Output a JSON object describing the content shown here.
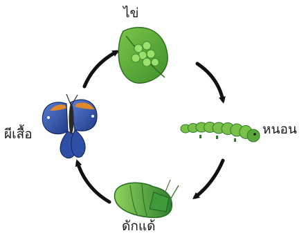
{
  "diagram": {
    "stages": {
      "egg": {
        "label": "ไข่",
        "icon": "leaf-with-eggs-icon"
      },
      "larva": {
        "label": "หนอน",
        "icon": "caterpillar-icon"
      },
      "pupa": {
        "label": "ดักแด้",
        "icon": "chrysalis-icon"
      },
      "adult": {
        "label": "ผีเสื้อ",
        "icon": "butterfly-icon"
      }
    },
    "arrow_color": "#111111",
    "colors": {
      "leaf": "#5aa83c",
      "egg": "#8fd35c",
      "caterpillar": "#79c148",
      "pupa": "#3f9a3a",
      "butterfly_wing": "#3b5db8",
      "butterfly_accent": "#e0892b"
    }
  }
}
